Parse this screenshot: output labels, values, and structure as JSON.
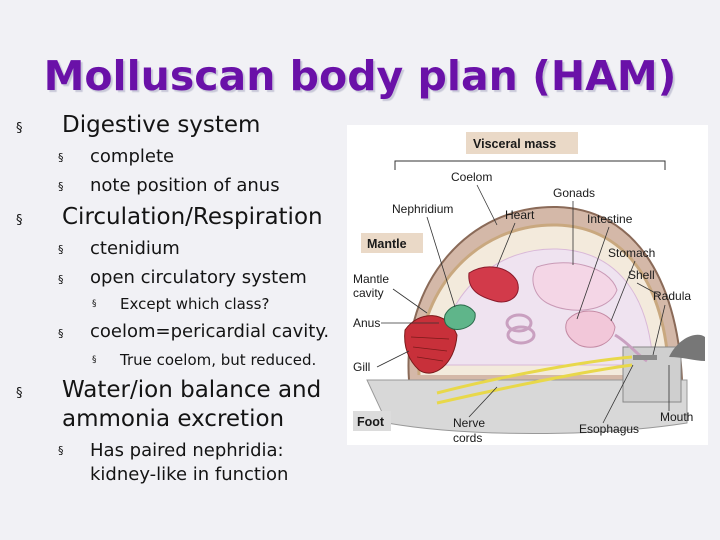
{
  "title": "Molluscan body plan (HAM)",
  "bullets": {
    "digestive": "Digestive system",
    "complete": "complete",
    "anus_position": "note position of anus",
    "circulation": "Circulation/Respiration",
    "ctenidium": "ctenidium",
    "open_system": "open circulatory system",
    "except_class": "Except which class?",
    "coelom": "coelom=pericardial cavity.",
    "true_coelom": "True coelom, but reduced.",
    "water_line1": "Water/ion balance and",
    "water_line2": "ammonia excretion",
    "nephridia_line1": "Has paired nephridia:",
    "nephridia_line2": "kidney-like in function"
  },
  "diagram": {
    "labels": {
      "visceral_mass": "Visceral mass",
      "coelom": "Coelom",
      "gonads": "Gonads",
      "nephridium": "Nephridium",
      "heart": "Heart",
      "intestine": "Intestine",
      "mantle": "Mantle",
      "stomach": "Stomach",
      "mantle_cavity_1": "Mantle",
      "mantle_cavity_2": "cavity",
      "shell": "Shell",
      "radula": "Radula",
      "anus": "Anus",
      "gill": "Gill",
      "foot": "Foot",
      "nerve_cords_1": "Nerve",
      "nerve_cords_2": "cords",
      "esophagus": "Esophagus",
      "mouth": "Mouth"
    }
  }
}
